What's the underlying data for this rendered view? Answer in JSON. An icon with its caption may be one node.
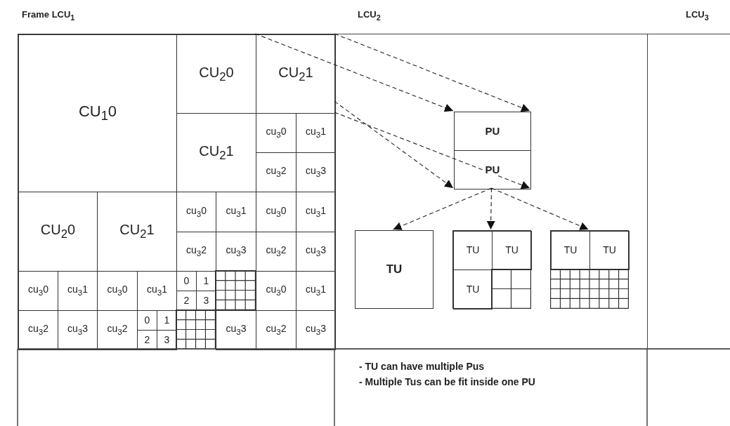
{
  "diagram": {
    "nodes": [
      {
        "text": [
          "Frame LCU$_{1}$"
        ]
      },
      {
        "text": [
          "LCU$_{2}$"
        ]
      },
      {
        "text": [
          "LCU$_{3}$"
        ]
      },
      {
        "text": [
          "CU$_{1}$0"
        ],
        "in": 0
      },
      {
        "text": [
          "CU$_{2}$0"
        ],
        "in": 0
      },
      {
        "text": [
          "CU$_{2}$1"
        ],
        "in": 0
      },
      {
        "text": [
          "CU$_{2}$1"
        ],
        "in": 0
      },
      {
        "text": [
          "cu$_{3}$0"
        ],
        "in": 0
      },
      {
        "text": [
          "cu$_{3}$1"
        ],
        "in": 0
      },
      {
        "text": [
          "cu$_{3}$2"
        ],
        "in": 0
      },
      {
        "text": [
          "cu$_{3}$3"
        ],
        "in": 0
      },
      {
        "text": [
          "CU$_{2}$0"
        ],
        "in": 0
      },
      {
        "text": [
          "CU$_{2}$1"
        ],
        "in": 0
      },
      {
        "text": [
          "cu$_{3}$0"
        ],
        "in": 0
      },
      {
        "text": [
          "cu$_{3}$1"
        ],
        "in": 0
      },
      {
        "text": [
          "cu$_{3}$0"
        ],
        "in": 0
      },
      {
        "text": [
          "cu$_{3}$1"
        ],
        "in": 0
      },
      {
        "text": [
          "cu$_{3}$2"
        ],
        "in": 0
      },
      {
        "text": [
          "cu$_{3}$3"
        ],
        "in": 0
      },
      {
        "text": [
          "cu$_{3}$2"
        ],
        "in": 0
      },
      {
        "text": [
          "cu$_{3}$3"
        ],
        "in": 0
      },
      {
        "text": [
          "cu$_{3}$0"
        ],
        "in": 0
      },
      {
        "text": [
          "cu$_{3}$1"
        ],
        "in": 0
      },
      {
        "text": [
          "cu$_{3}$0"
        ],
        "in": 0
      },
      {
        "text": [
          "cu$_{3}$1"
        ],
        "in": 0
      },
      {
        "text": [
          "0"
        ],
        "in": 0
      },
      {
        "text": [
          "1"
        ],
        "in": 0
      },
      {
        "text": [
          "2"
        ],
        "in": 0
      },
      {
        "text": [
          "3"
        ],
        "in": 0
      },
      {
        "text": [
          "cu$_{3}$0"
        ],
        "in": 0
      },
      {
        "text": [
          "cu$_{3}$1"
        ],
        "in": 0
      },
      {
        "text": [
          "cu$_{3}$2"
        ],
        "in": 0
      },
      {
        "text": [
          "cu$_{3}$3"
        ],
        "in": 0
      },
      {
        "text": [
          "cu$_{3}$2"
        ],
        "in": 0
      },
      {
        "text": [
          "0"
        ],
        "in": 0
      },
      {
        "text": [
          "1"
        ],
        "in": 0
      },
      {
        "text": [
          "2"
        ],
        "in": 0
      },
      {
        "text": [
          "3"
        ],
        "in": 0
      },
      {
        "text": [
          "cu$_{3}$3"
        ],
        "in": 0
      },
      {
        "text": [
          "cu$_{3}$2"
        ],
        "in": 0
      },
      {
        "text": [
          "cu$_{3}$3"
        ],
        "in": 0
      },
      {
        "text": [
          "PU"
        ],
        "in": 1
      },
      {
        "text": [
          "PU"
        ],
        "in": 1
      },
      {
        "text": [
          "TU"
        ],
        "in": 1
      },
      {
        "text": [],
        "shape": "box",
        "in": 1
      },
      {
        "text": [
          "TU"
        ],
        "in": 44
      },
      {
        "text": [
          "TU"
        ],
        "in": 44
      },
      {
        "text": [
          "TU"
        ],
        "in": 44
      },
      {
        "text": [],
        "shape": "box",
        "in": 1
      },
      {
        "text": [
          "TU"
        ],
        "in": 48
      },
      {
        "text": [
          "TU"
        ],
        "in": 48
      }
    ],
    "edges": [
      {
        "from": 5,
        "to": 41,
        "arrow": "to",
        "style": "dashed"
      },
      {
        "from": 5,
        "to": 41,
        "arrow": "to",
        "style": "dashed"
      },
      {
        "from": 5,
        "to": 42,
        "arrow": "to",
        "style": "dashed"
      },
      {
        "from": 5,
        "to": 42,
        "arrow": "to",
        "style": "dashed"
      },
      {
        "from": 42,
        "to": 43,
        "arrow": "to",
        "style": "dashed"
      },
      {
        "from": 42,
        "to": 44,
        "arrow": "to",
        "style": "dashed"
      },
      {
        "from": 42,
        "to": 48,
        "arrow": "to",
        "style": "dashed"
      }
    ],
    "labels": [
      "- TU can have multiple Pus",
      "- Multiple Tus can be fit inside one PU"
    ]
  }
}
